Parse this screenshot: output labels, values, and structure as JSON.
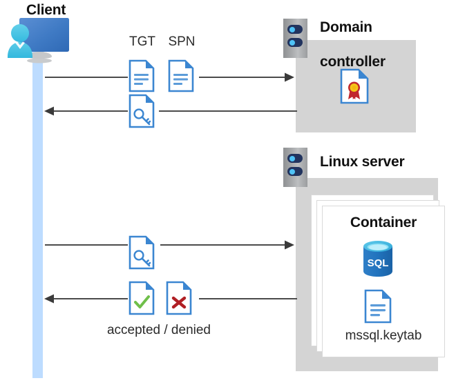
{
  "diagram": {
    "title": "Kerberos authentication for SQL Server container on Linux",
    "background": "#ffffff",
    "accent_blue": "#2e78c8",
    "light_blue": "#bddcff",
    "panel_grey": "#d4d4d4",
    "arrow_color": "#4a4a4a",
    "check_green": "#6fbf4a",
    "cross_red": "#b01f24"
  },
  "actors": {
    "client": {
      "label": "Client",
      "icon": "user-with-monitor-icon"
    },
    "domain_controller": {
      "label": "Domain\ncontroller",
      "icon": "server-rack-icon",
      "contents": [
        {
          "name": "certificate-document-icon",
          "label": ""
        }
      ]
    },
    "linux_server": {
      "label": "Linux server",
      "icon": "server-rack-icon",
      "container": {
        "label": "Container",
        "stack_count": 3,
        "contents": [
          {
            "name": "sql-database-icon",
            "label": "SQL"
          },
          {
            "name": "keytab-document-icon",
            "label": "mssql.keytab"
          }
        ]
      }
    }
  },
  "flows": [
    {
      "id": "request-tgt-spn",
      "direction": "right",
      "from": "client",
      "to": "domain_controller",
      "payload_labels": [
        "TGT",
        "SPN"
      ],
      "payload_icons": [
        "document-icon",
        "document-icon"
      ]
    },
    {
      "id": "receive-ticket",
      "direction": "left",
      "from": "domain_controller",
      "to": "client",
      "payload_labels": [],
      "payload_icons": [
        "key-document-icon"
      ]
    },
    {
      "id": "present-ticket",
      "direction": "right",
      "from": "client",
      "to": "linux_server",
      "payload_labels": [],
      "payload_icons": [
        "key-document-icon"
      ]
    },
    {
      "id": "auth-result",
      "direction": "left",
      "from": "linux_server",
      "to": "client",
      "payload_labels": [],
      "payload_icons": [
        "accepted-document-icon",
        "denied-document-icon"
      ],
      "caption": "accepted / denied"
    }
  ],
  "labels": {
    "tgt": "TGT",
    "spn": "SPN",
    "accepted_denied": "accepted / denied",
    "container": "Container",
    "keytab_file": "mssql.keytab",
    "sql_badge": "SQL",
    "client": "Client",
    "domain_controller_line1": "Domain",
    "domain_controller_line2": "controller",
    "linux_server": "Linux server"
  }
}
